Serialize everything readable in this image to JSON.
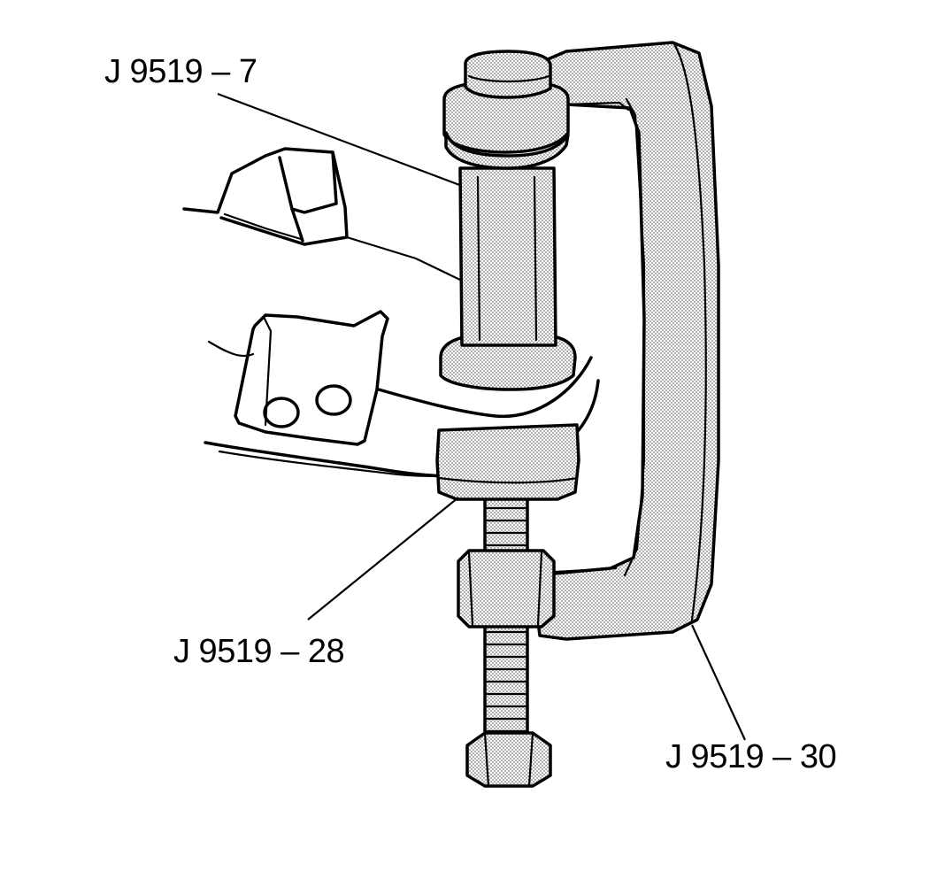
{
  "labels": {
    "tool_top": "J 9519 – 7",
    "tool_middle": "J 9519 – 28",
    "tool_frame": "J 9519 – 30"
  }
}
